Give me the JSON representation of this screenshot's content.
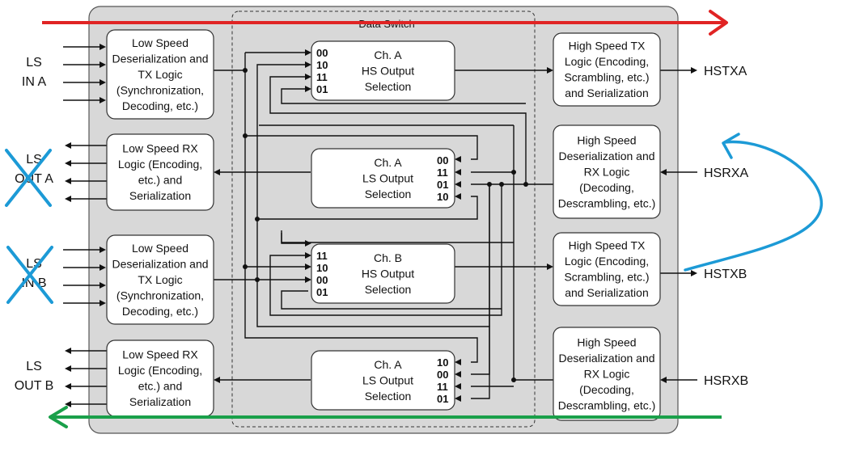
{
  "data_switch_label": "Data Switch",
  "left_io": {
    "ls_in_a": [
      "LS",
      "IN A"
    ],
    "ls_out_a": [
      "LS",
      "OUT A"
    ],
    "ls_in_b": [
      "LS",
      "IN B"
    ],
    "ls_out_b": [
      "LS",
      "OUT B"
    ]
  },
  "right_io": {
    "hstxa": "HSTXA",
    "hsrxa": "HSRXA",
    "hstxb": "HSTXB",
    "hsrxb": "HSRXB"
  },
  "blocks": {
    "ls_deser_a": [
      "Low Speed",
      "Deserialization and",
      "TX Logic",
      "(Synchronization,",
      "Decoding, etc.)"
    ],
    "ls_rx_a": [
      "Low Speed RX",
      "Logic (Encoding,",
      "etc.) and",
      "Serialization"
    ],
    "ls_deser_b": [
      "Low Speed",
      "Deserialization and",
      "TX Logic",
      "(Synchronization,",
      "Decoding, etc.)"
    ],
    "ls_rx_b": [
      "Low Speed RX",
      "Logic (Encoding,",
      "etc.) and",
      "Serialization"
    ],
    "hs_tx_a": [
      "High Speed TX",
      "Logic (Encoding,",
      "Scrambling, etc.)",
      "and Serialization"
    ],
    "hs_rx_a": [
      "High Speed",
      "Deserialization and",
      "RX Logic",
      "(Decoding,",
      "Descrambling, etc.)"
    ],
    "hs_tx_b": [
      "High Speed TX",
      "Logic (Encoding,",
      "Scrambling, etc.)",
      "and Serialization"
    ],
    "hs_rx_b": [
      "High Speed",
      "Deserialization and",
      "RX Logic",
      "(Decoding,",
      "Descrambling, etc.)"
    ],
    "cha_hs": [
      "Ch. A",
      "HS Output",
      "Selection"
    ],
    "cha_ls": [
      "Ch. A",
      "LS Output",
      "Selection"
    ],
    "chb_hs": [
      "Ch. B",
      "HS Output",
      "Selection"
    ],
    "chb_ls": [
      "Ch. A",
      "LS Output",
      "Selection"
    ]
  },
  "selectors": {
    "cha_hs": [
      "00",
      "10",
      "11",
      "01"
    ],
    "cha_ls": [
      "00",
      "11",
      "01",
      "10"
    ],
    "chb_hs": [
      "11",
      "10",
      "00",
      "01"
    ],
    "chb_ls": [
      "10",
      "00",
      "11",
      "01"
    ]
  },
  "annotation_colors": {
    "top_arrow": "#e02424",
    "bottom_arrow": "#1aa04a",
    "curve_arrow": "#1c9ad6",
    "cross": "#1c9ad6"
  }
}
